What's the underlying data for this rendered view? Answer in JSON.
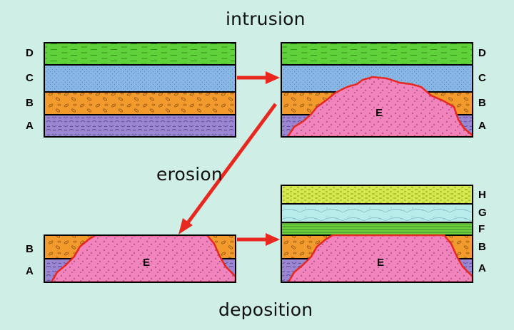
{
  "diagram": {
    "steps": {
      "intrusion": "intrusion",
      "erosion": "erosion",
      "deposition": "deposition"
    },
    "layers": {
      "A": "A",
      "B": "B",
      "C": "C",
      "D": "D",
      "E": "E",
      "F": "F",
      "G": "G",
      "H": "H"
    },
    "colors": {
      "background": "#cfeee6",
      "layer_D_green": "#5fd23a",
      "layer_C_blue": "#89b7e5",
      "layer_B_orange": "#f39a2d",
      "layer_A_purple": "#9a86d2",
      "intrusion_E_pink": "#f284bd",
      "layer_F_green": "#6ccf3e",
      "layer_G_cyan": "#b7ecea",
      "layer_H_yellowgreen": "#d6e94a",
      "arrow_red": "#e8281f"
    }
  }
}
